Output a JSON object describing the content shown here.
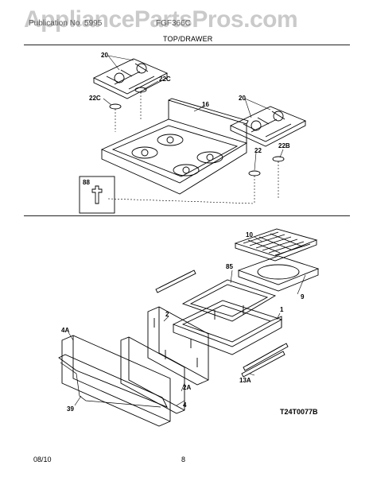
{
  "watermark": "AppliancePartsPros.com",
  "header": {
    "left": "Publication No. 5995",
    "right": "FGF366C"
  },
  "section_title": "TOP/DRAWER",
  "diagram_code": "T24T0077B",
  "footer": {
    "date": "08/10",
    "page": "8"
  },
  "callouts": {
    "c20a": "20",
    "c22c_a": "22C",
    "c22c_b": "22C",
    "c16": "16",
    "c20b": "20",
    "c22": "22",
    "c22b": "22B",
    "c88": "88",
    "c10": "10",
    "c85": "85",
    "c9": "9",
    "c1": "1",
    "c2": "2",
    "c4a": "4A",
    "c2a": "2A",
    "c39": "39",
    "c4": "4",
    "c13a": "13A"
  }
}
